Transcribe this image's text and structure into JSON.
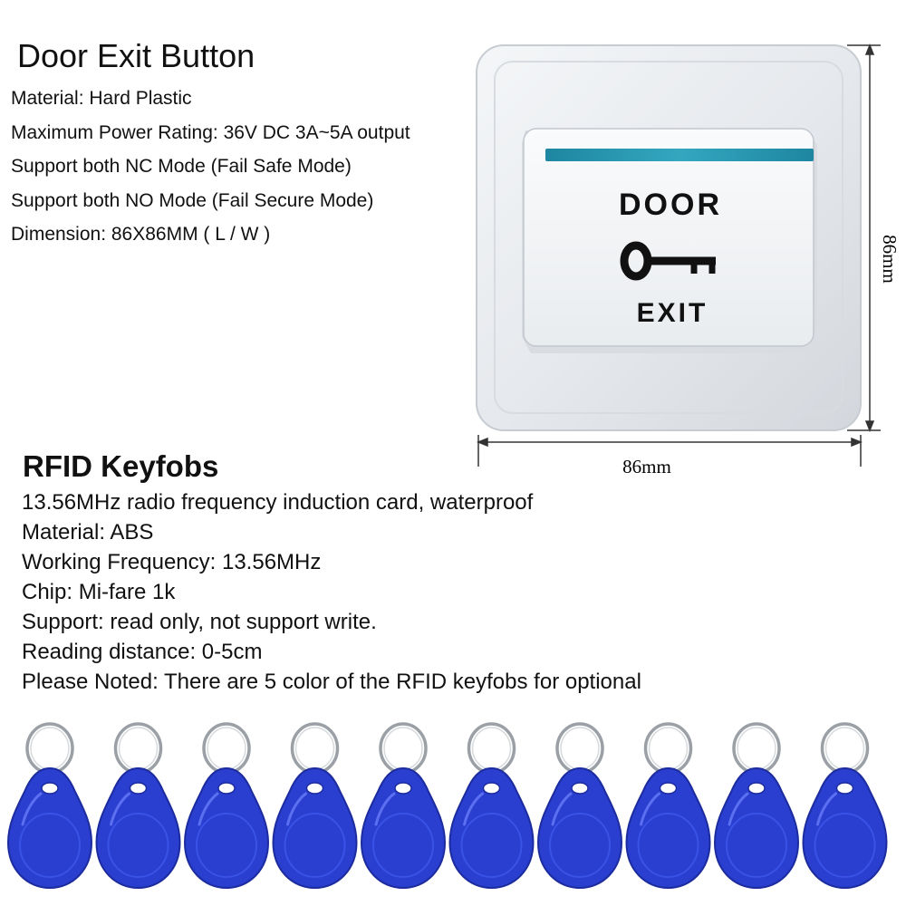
{
  "door_exit": {
    "title": "Door Exit Button",
    "specs": [
      "Material: Hard Plastic",
      "Maximum Power Rating: 36V DC 3A~5A output",
      "Support both NC Mode (Fail Safe Mode)",
      "Support both NO Mode (Fail Secure Mode)",
      "Dimension:  86X86MM ( L / W  )"
    ],
    "switch_labels": {
      "top": "DOOR",
      "bottom": "EXIT"
    },
    "dimensions": {
      "width": "86mm",
      "height": "86mm"
    }
  },
  "rfid": {
    "title": "RFID Keyfobs",
    "specs": [
      "13.56MHz radio frequency induction card, waterproof",
      "Material: ABS",
      "Working Frequency: 13.56MHz",
      "Chip: Mi-fare 1k",
      "Support: read only, not support write.",
      "Reading distance: 0-5cm",
      "Please Noted: There are 5 color of the RFID keyfobs for optional"
    ],
    "keyfob_count": 10,
    "keyfob_color": "#2a3fd0"
  }
}
